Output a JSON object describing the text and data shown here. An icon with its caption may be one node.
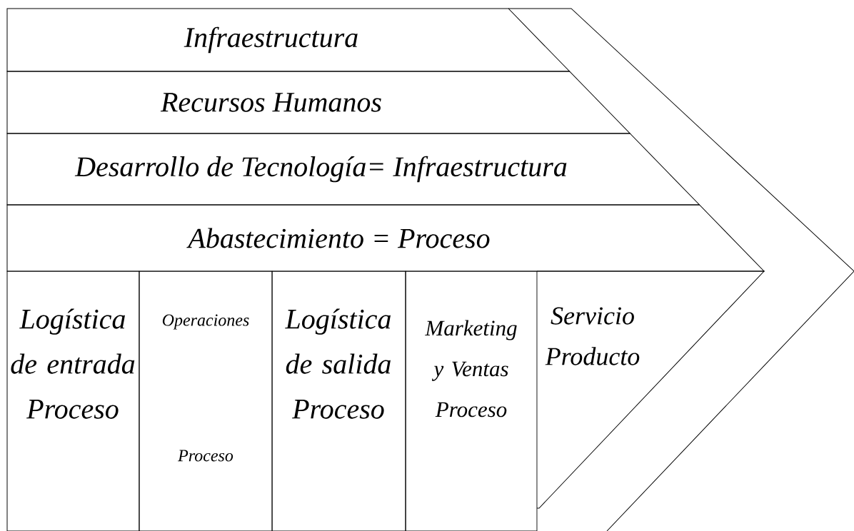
{
  "diagram": {
    "nodes": [
      {
        "text": [
          "Infraestructura"
        ]
      },
      {
        "text": [
          "Recursos Humanos"
        ]
      },
      {
        "text": [
          "Desarrollo de Tecnología= Infraestructura"
        ]
      },
      {
        "text": [
          "Abastecimiento = Proceso"
        ]
      },
      {
        "text": [
          "Logística de entrada Proceso"
        ]
      },
      {
        "text": [
          "Operaciones",
          "Proceso"
        ]
      },
      {
        "text": [
          "Logística de salida Proceso"
        ]
      },
      {
        "text": [
          "Marketing y Ventas Proceso"
        ]
      },
      {
        "text": [
          "Servicio Producto"
        ]
      }
    ]
  }
}
